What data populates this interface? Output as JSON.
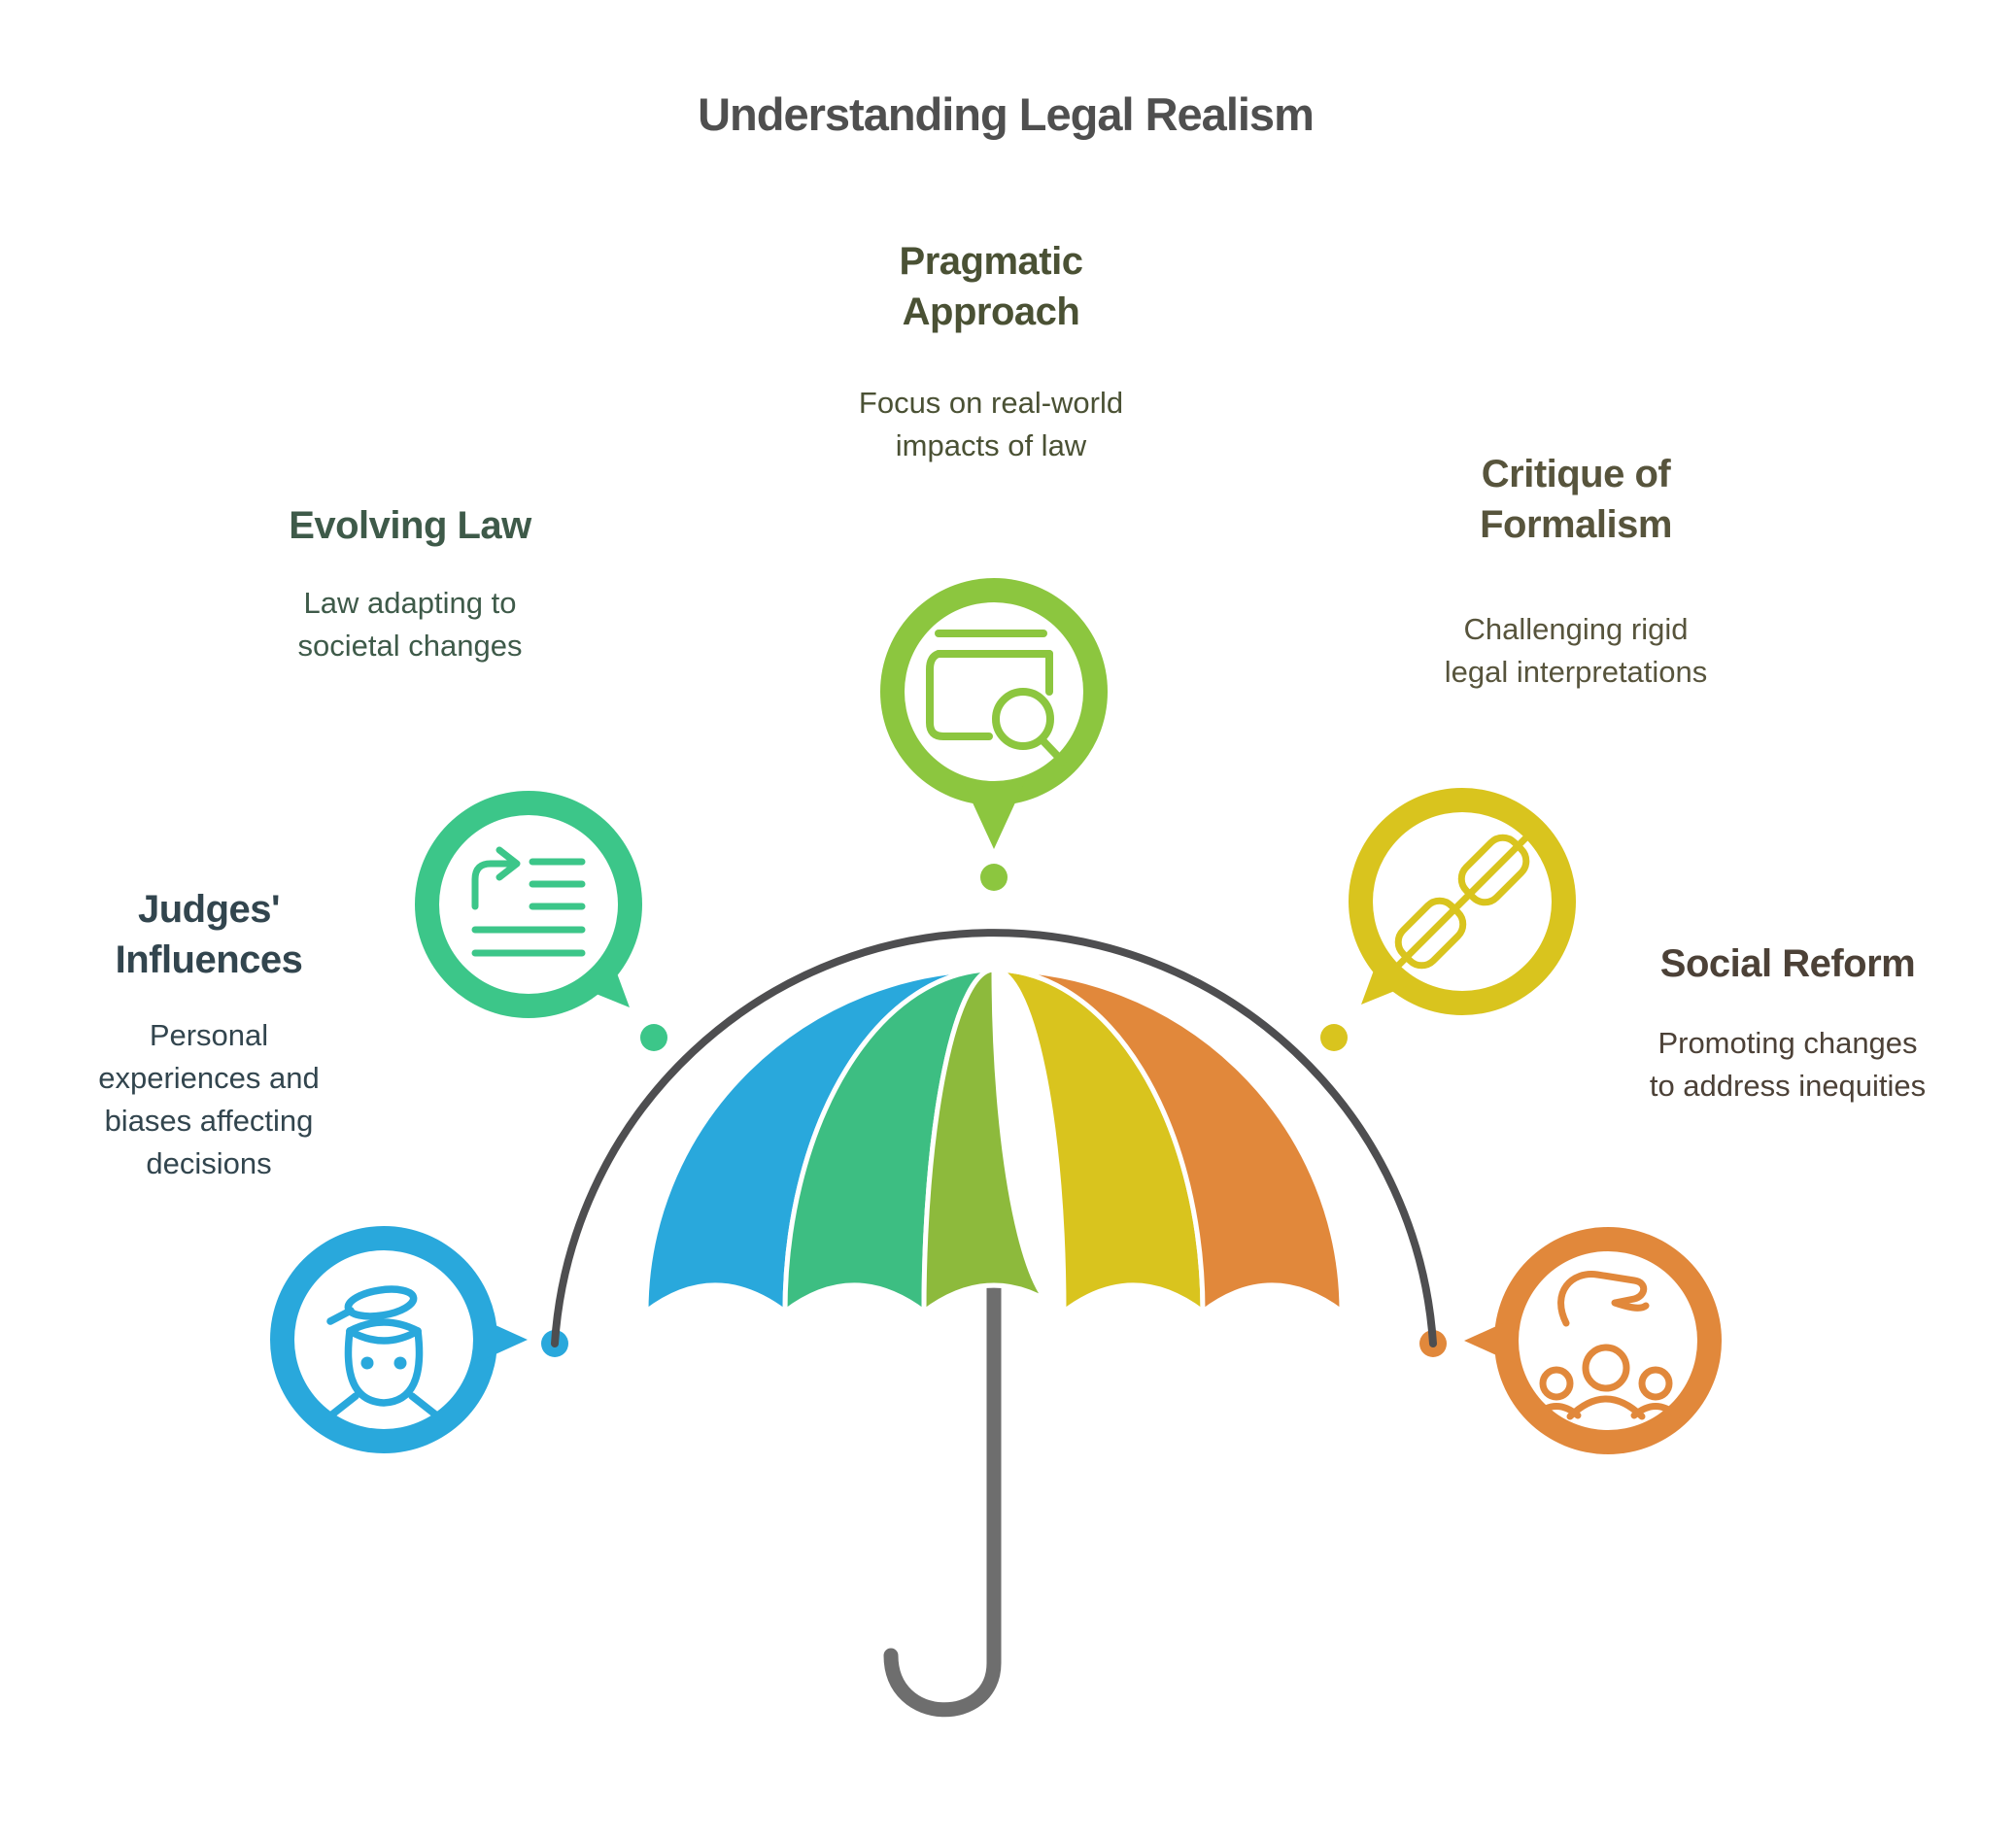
{
  "title": "Understanding Legal Realism",
  "sections": [
    {
      "id": "pragmatic-approach",
      "heading": "Pragmatic\nApproach",
      "description": "Focus on real-world\nimpacts of law",
      "icon": "book-search-icon",
      "accent": "#8CC63F"
    },
    {
      "id": "evolving-law",
      "heading": "Evolving Law",
      "description": "Law adapting to\nsocietal changes",
      "icon": "document-arrow-icon",
      "accent": "#3CC689"
    },
    {
      "id": "critique-of-formalism",
      "heading": "Critique of\nFormalism",
      "description": "Challenging rigid\nlegal interpretations",
      "icon": "chain-links-icon",
      "accent": "#D9C41E"
    },
    {
      "id": "judges-influences",
      "heading": "Judges'\nInfluences",
      "description": "Personal\nexperiences and\nbiases affecting\ndecisions",
      "icon": "judge-icon",
      "accent": "#29A8DC"
    },
    {
      "id": "social-reform",
      "heading": "Social Reform",
      "description": "Promoting changes\nto address inequities",
      "icon": "hand-over-people-icon",
      "accent": "#E1883B"
    }
  ],
  "umbrella_panel_colors": [
    "#29A8DC",
    "#3DBE82",
    "#8DBA3C",
    "#D9C41E",
    "#E1883B"
  ],
  "colors": {
    "blue": "#29A8DC",
    "emerald": "#3DBE82",
    "emerald_bright": "#3CC689",
    "leaf_green": "#8DBA3C",
    "green": "#8CC63F",
    "yellow": "#D9C41E",
    "orange": "#E1883B",
    "arc_gray": "#4E4E50",
    "handle_gray": "#6E6E6E",
    "title_text": "#4F4F4F",
    "pragmatic_text": "#4A5134",
    "evolving_text": "#3E5A49",
    "critique_text": "#57543C",
    "judges_text": "#32454E",
    "social_text": "#4C4137"
  }
}
